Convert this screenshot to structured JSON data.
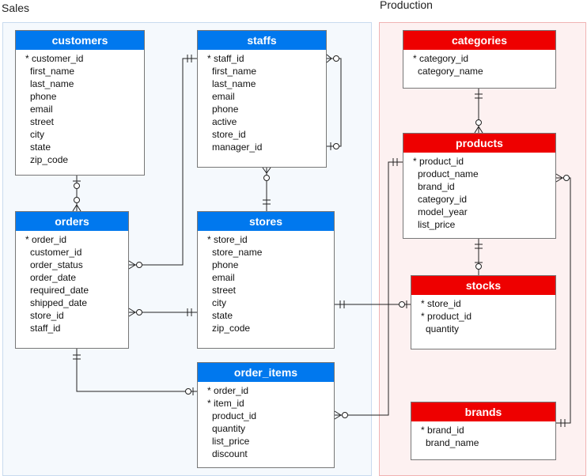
{
  "sections": {
    "sales": {
      "label": "Sales",
      "bg": "#f5f9fd",
      "border": "#c9dbef"
    },
    "production": {
      "label": "Production",
      "bg": "#fdf1f1",
      "border": "#f0b3b3"
    }
  },
  "colors": {
    "sales_header": "#0078ee",
    "production_header": "#ee0000",
    "line": "#222222"
  },
  "entities": {
    "customers": {
      "title": "customers",
      "fields": [
        "customer_id",
        "first_name",
        "last_name",
        "phone",
        "email",
        "street",
        "city",
        "state",
        "zip_code"
      ],
      "pk": [
        0
      ]
    },
    "staffs": {
      "title": "staffs",
      "fields": [
        "staff_id",
        "first_name",
        "last_name",
        "email",
        "phone",
        "active",
        "store_id",
        "manager_id"
      ],
      "pk": [
        0
      ]
    },
    "orders": {
      "title": "orders",
      "fields": [
        "order_id",
        "customer_id",
        "order_status",
        "order_date",
        "required_date",
        "shipped_date",
        "store_id",
        "staff_id"
      ],
      "pk": [
        0
      ]
    },
    "stores": {
      "title": "stores",
      "fields": [
        "store_id",
        "store_name",
        "phone",
        "email",
        "street",
        "city",
        "state",
        "zip_code"
      ],
      "pk": [
        0
      ]
    },
    "order_items": {
      "title": "order_items",
      "fields": [
        "order_id",
        "item_id",
        "product_id",
        "quantity",
        "list_price",
        "discount"
      ],
      "pk": [
        0,
        1
      ]
    },
    "categories": {
      "title": "categories",
      "fields": [
        "category_id",
        "category_name"
      ],
      "pk": [
        0
      ]
    },
    "products": {
      "title": "products",
      "fields": [
        "product_id",
        "product_name",
        "brand_id",
        "category_id",
        "model_year",
        "list_price"
      ],
      "pk": [
        0
      ]
    },
    "stocks": {
      "title": "stocks",
      "fields": [
        "store_id",
        "product_id",
        "quantity"
      ],
      "pk": [
        0,
        1
      ]
    },
    "brands": {
      "title": "brands",
      "fields": [
        "brand_id",
        "brand_name"
      ],
      "pk": [
        0
      ]
    }
  }
}
